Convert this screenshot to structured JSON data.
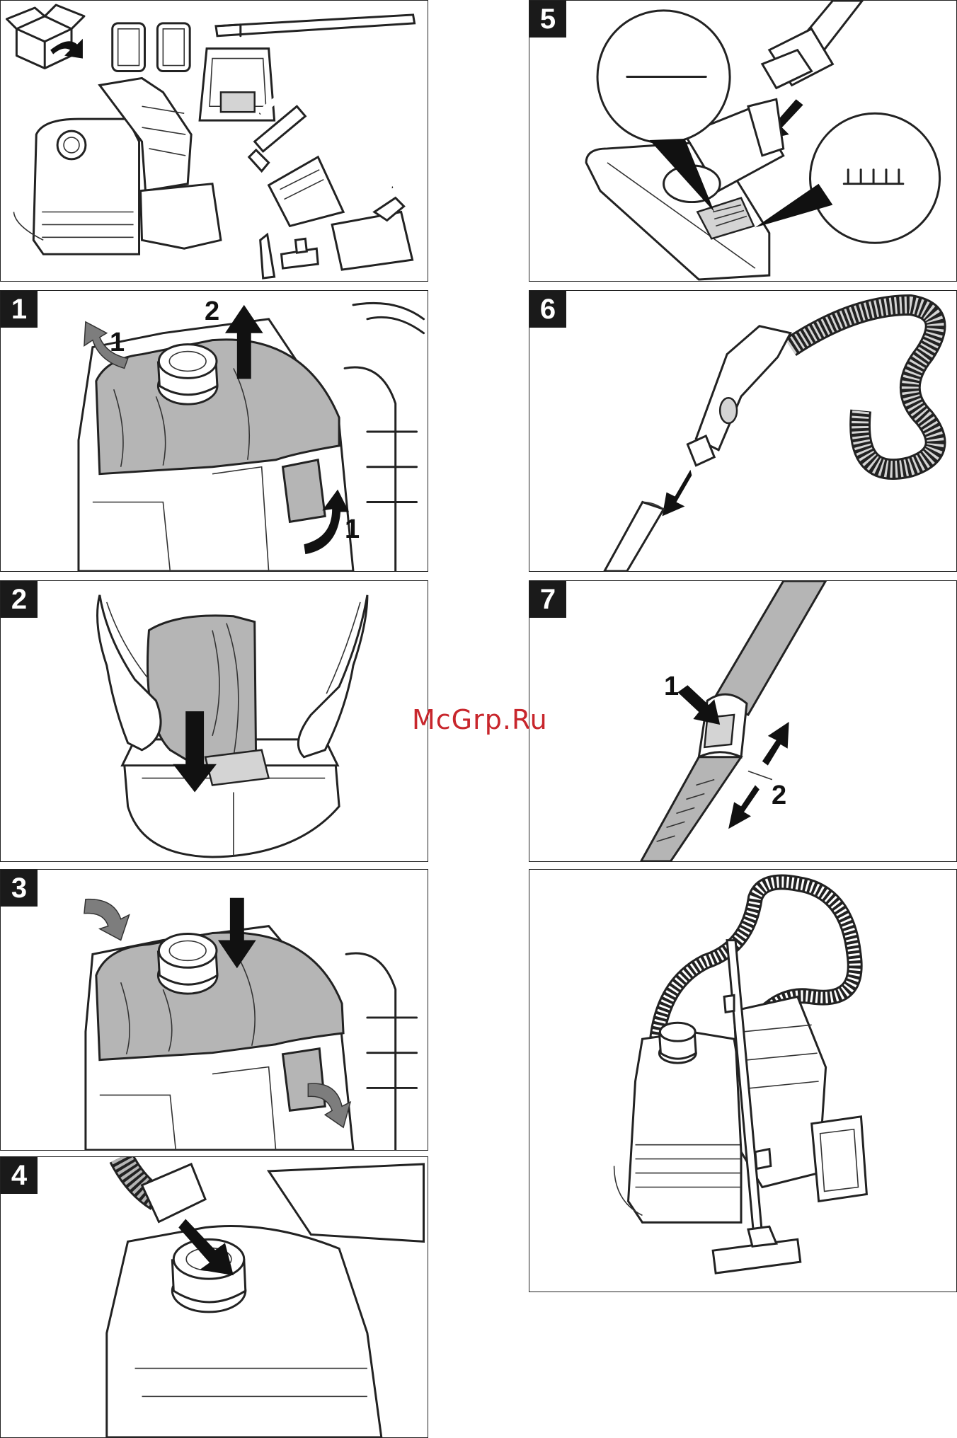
{
  "watermark": "McGrp.Ru",
  "steps": [
    {
      "label": "1",
      "callouts": [
        "1",
        "2",
        "1"
      ]
    },
    {
      "label": "2"
    },
    {
      "label": "3"
    },
    {
      "label": "4"
    },
    {
      "label": "5"
    },
    {
      "label": "6"
    },
    {
      "label": "7",
      "callouts": [
        "1",
        "2"
      ]
    }
  ],
  "icons": {
    "box": "unpack-box-icon",
    "hard_floor": "hard-floor-symbol-icon",
    "carpet": "carpet-brush-symbol-icon"
  },
  "colors": {
    "ink": "#222222",
    "shade": "#b5b5b5",
    "watermark": "#c8262c"
  }
}
